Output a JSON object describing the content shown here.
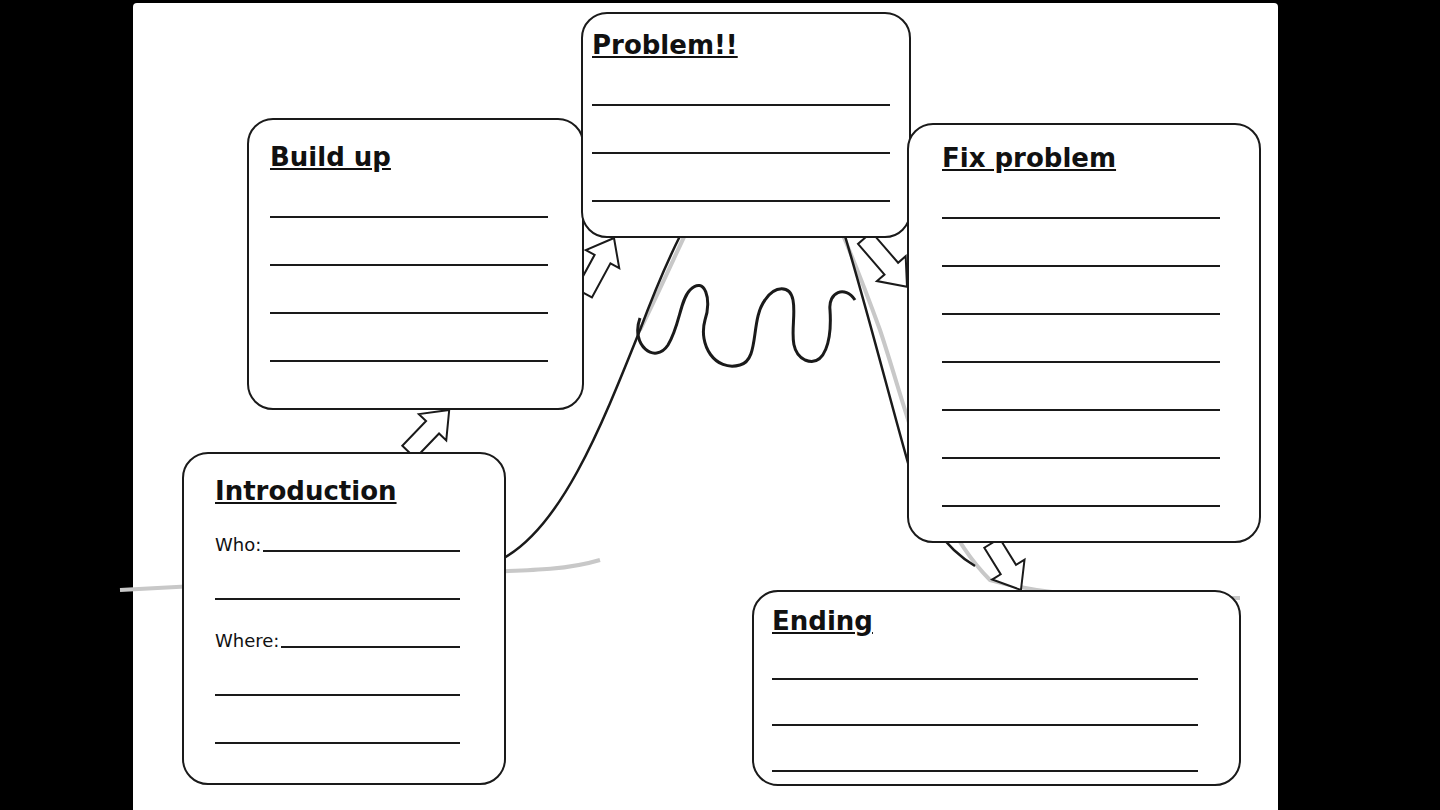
{
  "diagram": {
    "nodes": [
      {
        "text": [
          "Introduction",
          "Who:",
          "Where:"
        ]
      },
      {
        "text": [
          "Build up"
        ]
      },
      {
        "text": [
          "Problem!!"
        ]
      },
      {
        "text": [
          "Fix problem"
        ]
      },
      {
        "text": [
          "Ending"
        ]
      }
    ],
    "edges": [
      {
        "from": 0,
        "to": 1,
        "arrow": "to"
      },
      {
        "from": 1,
        "to": 2,
        "arrow": "to"
      },
      {
        "from": 2,
        "to": 3,
        "arrow": "to"
      },
      {
        "from": 3,
        "to": 4,
        "arrow": "to"
      }
    ]
  }
}
